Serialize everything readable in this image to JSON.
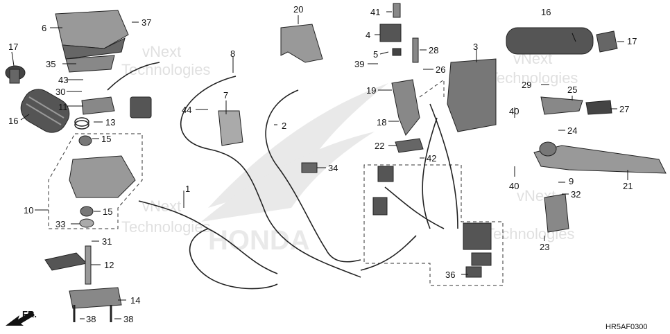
{
  "diagram": {
    "code": "HR5AF0300",
    "direction_label": "FR.",
    "watermark_lines": [
      "vNext",
      "Technologies"
    ],
    "part_numbers": [
      "1",
      "2",
      "3",
      "4",
      "5",
      "6",
      "7",
      "8",
      "9",
      "10",
      "11",
      "12",
      "13",
      "14",
      "15",
      "16",
      "17",
      "18",
      "19",
      "20",
      "21",
      "22",
      "23",
      "24",
      "25",
      "26",
      "27",
      "28",
      "29",
      "30",
      "31",
      "32",
      "33",
      "34",
      "35",
      "36",
      "37",
      "38",
      "39",
      "40",
      "41",
      "42",
      "43",
      "44"
    ]
  }
}
